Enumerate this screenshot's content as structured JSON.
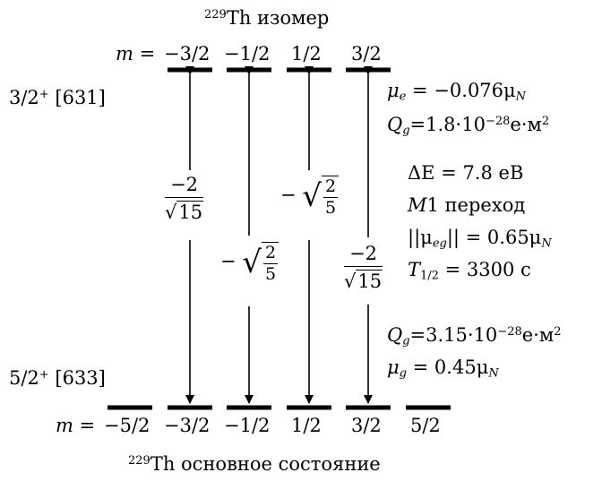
{
  "isomer": {
    "title_sup": "229",
    "title": "Th изомер",
    "state_label": "3/2",
    "state_sup": "+",
    "state_nilsson": "[631]",
    "m_prefix": "m =",
    "m_values": [
      "−3/2",
      "−1/2",
      "1/2",
      "3/2"
    ]
  },
  "ground": {
    "title_sup": "229",
    "title": "Th основное состояние",
    "state_label": "5/2",
    "state_sup": "+",
    "state_nilsson": "[633]",
    "m_prefix": "m =",
    "m_values": [
      "−5/2",
      "−3/2",
      "−1/2",
      "1/2",
      "3/2",
      "5/2"
    ]
  },
  "coefficients": {
    "c1_num": "−2",
    "c1_den": "15",
    "c2_sign": "−",
    "c2_num": "2",
    "c2_den": "5",
    "c3_sign": "−",
    "c3_num": "2",
    "c3_den": "5",
    "c4_num": "−2",
    "c4_den": "15"
  },
  "params": {
    "mu_e_sym": "μ",
    "mu_e_sub": "e",
    "mu_e_val": " = −0.076μ",
    "mu_e_unit_sub": "N",
    "qg_top_sym": "Q",
    "qg_top_sub": "g",
    "qg_top_val": "=1.8·10",
    "qg_top_exp": "−28",
    "qg_top_unit": "e·м",
    "qg_top_unit_exp": "2",
    "delta_e": "ΔE = 7.8 eB",
    "m1_sym": "M",
    "m1_rest": "1 переход",
    "mu_eg_sym": "||μ",
    "mu_eg_sub": "eg",
    "mu_eg_val": "|| = 0.65μ",
    "mu_eg_unit_sub": "N",
    "t_half_sym": "T",
    "t_half_sub": "1/2",
    "t_half_val": " = 3300 c",
    "qg_bot_sym": "Q",
    "qg_bot_sub": "g",
    "qg_bot_val": "=3.15·10",
    "qg_bot_exp": "−28",
    "qg_bot_unit": "e·м",
    "qg_bot_unit_exp": "2",
    "mu_g_sym": "μ",
    "mu_g_sub": "g",
    "mu_g_val": " = 0.45μ",
    "mu_g_unit_sub": "N"
  }
}
